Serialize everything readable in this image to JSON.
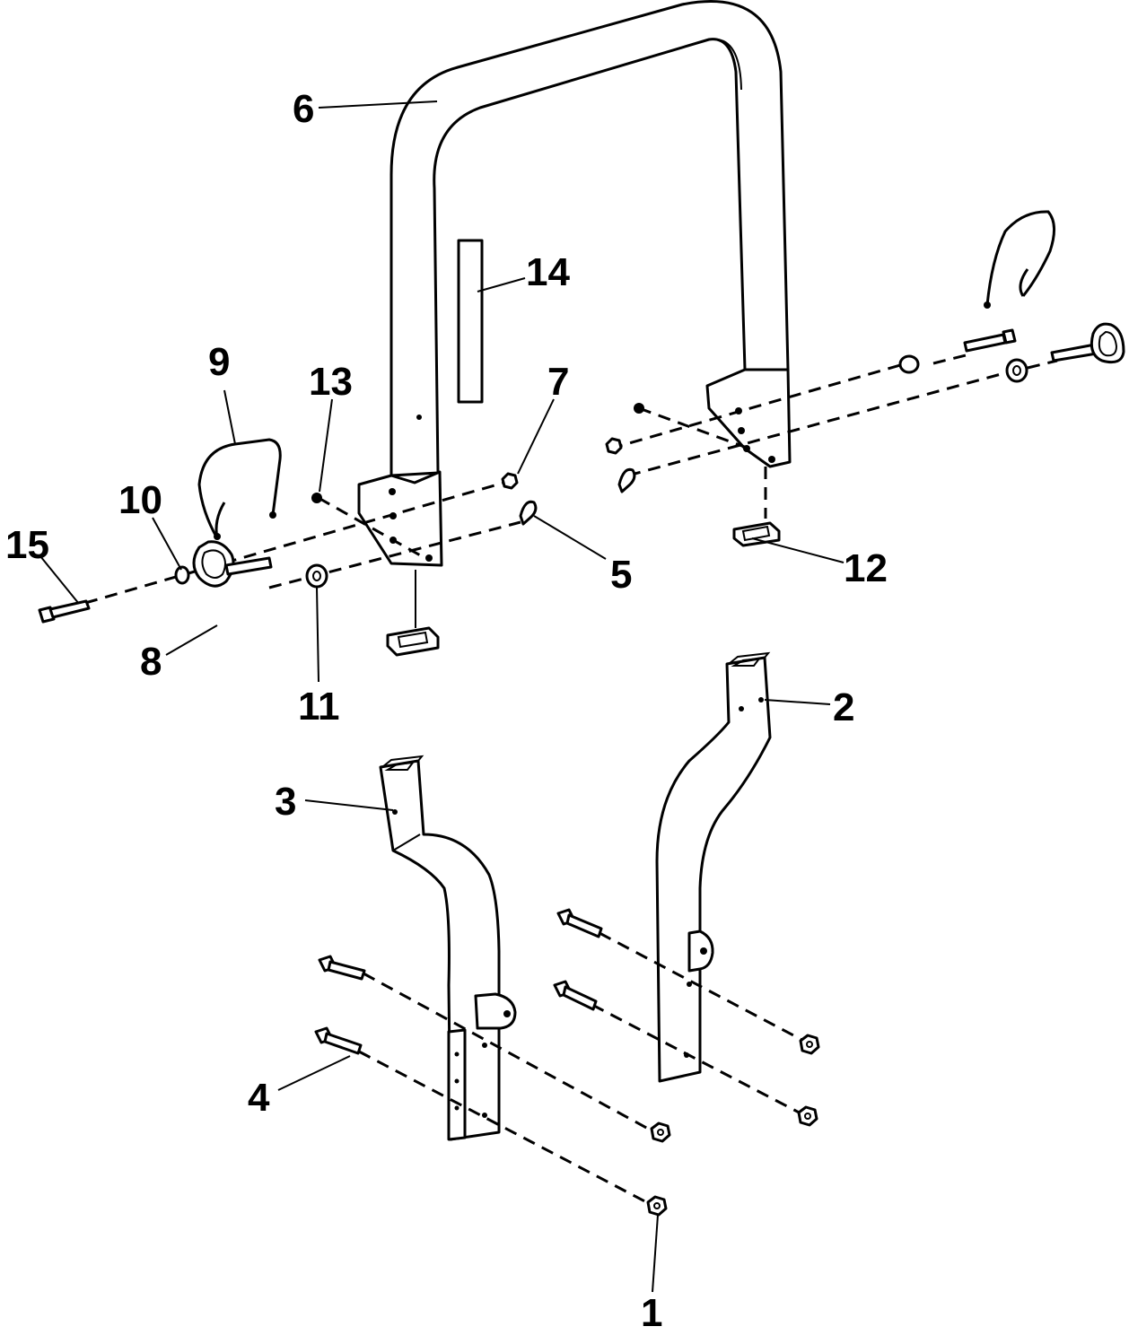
{
  "callouts": {
    "c1": "1",
    "c2": "2",
    "c3": "3",
    "c4": "4",
    "c5": "5",
    "c6": "6",
    "c7": "7",
    "c8": "8",
    "c9": "9",
    "c10": "10",
    "c11": "11",
    "c12": "12",
    "c13": "13",
    "c14": "14",
    "c15": "15"
  },
  "colors": {
    "line": "#000000",
    "background": "#ffffff"
  }
}
